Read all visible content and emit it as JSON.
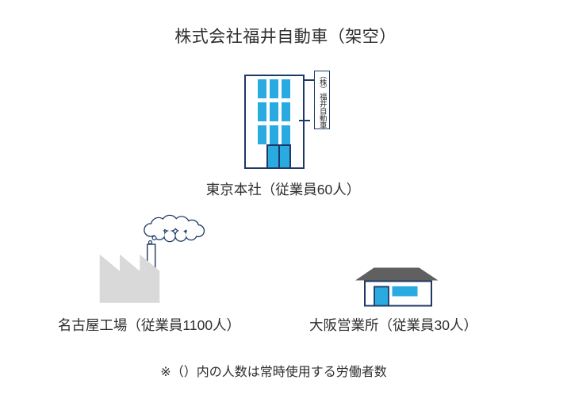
{
  "title": "株式会社福井自動車（架空）",
  "headquarters": {
    "sign_text": "（株）福井自動車",
    "label": "東京本社（従業員60人）"
  },
  "factory": {
    "label": "名古屋工場（従業員1100人）"
  },
  "branch_office": {
    "label": "大阪営業所（従業員30人）"
  },
  "footnote": "※（）内の人数は常時使用する労働者数",
  "icons": {
    "headquarters": "office-building-icon",
    "factory": "factory-icon",
    "smoke": "smoke-cloud-icon",
    "branch_office": "house-icon"
  },
  "colors": {
    "accent_cyan": "#29ABE2",
    "outline_navy": "#1F3864",
    "factory_gray": "#D9D9D9",
    "roof_gray": "#606060",
    "text_color": "#2E2E2E"
  }
}
